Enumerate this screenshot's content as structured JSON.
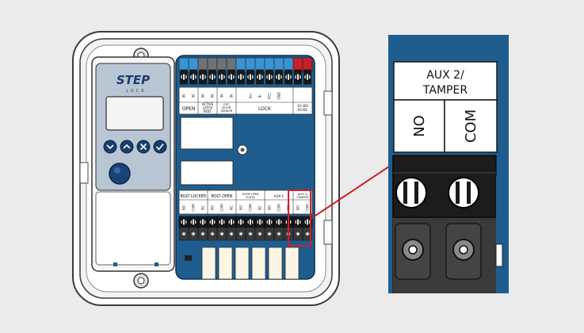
{
  "device": {
    "brand": "STEP",
    "brand_sub": "LOCK",
    "button_icons": [
      "chevron-down-icon",
      "chevron-up-icon",
      "close-icon",
      "check-icon"
    ]
  },
  "top_terminals": {
    "labels": [
      "IN",
      "IN",
      "IN",
      "IN",
      "IN",
      "IN",
      "A+",
      "B-",
      "VCC",
      "GND"
    ],
    "groups": [
      "OPEN",
      "ACTIVE LATCH BOLT",
      "EXT. DOOR SENSOR",
      "LOCK",
      "10-30V AC/DC"
    ]
  },
  "bottom_terminals": {
    "groups": [
      "BOLT LOCKED",
      "BOLT OPEN",
      "DOOR OPEN FLOOD",
      "AUX 1",
      "AUX 2/ TAMPER"
    ],
    "labels": [
      "NO",
      "COM",
      "NC",
      "NO",
      "COM",
      "NC",
      "NO",
      "COM",
      "NC",
      "NO",
      "COM",
      "NC",
      "NO",
      "COM"
    ]
  },
  "zoom": {
    "title_line1": "AUX 2/",
    "title_line2": "TAMPER",
    "pin_labels": [
      "NO",
      "COM"
    ]
  },
  "colors": {
    "background": "#ebebeb",
    "board": "#1f5d8f",
    "terminal_blue": "#3a93d4",
    "terminal_grey": "#6e7378",
    "terminal_red": "#c8202c",
    "highlight": "#d0202a",
    "device_panel": "#b8c6d4"
  }
}
